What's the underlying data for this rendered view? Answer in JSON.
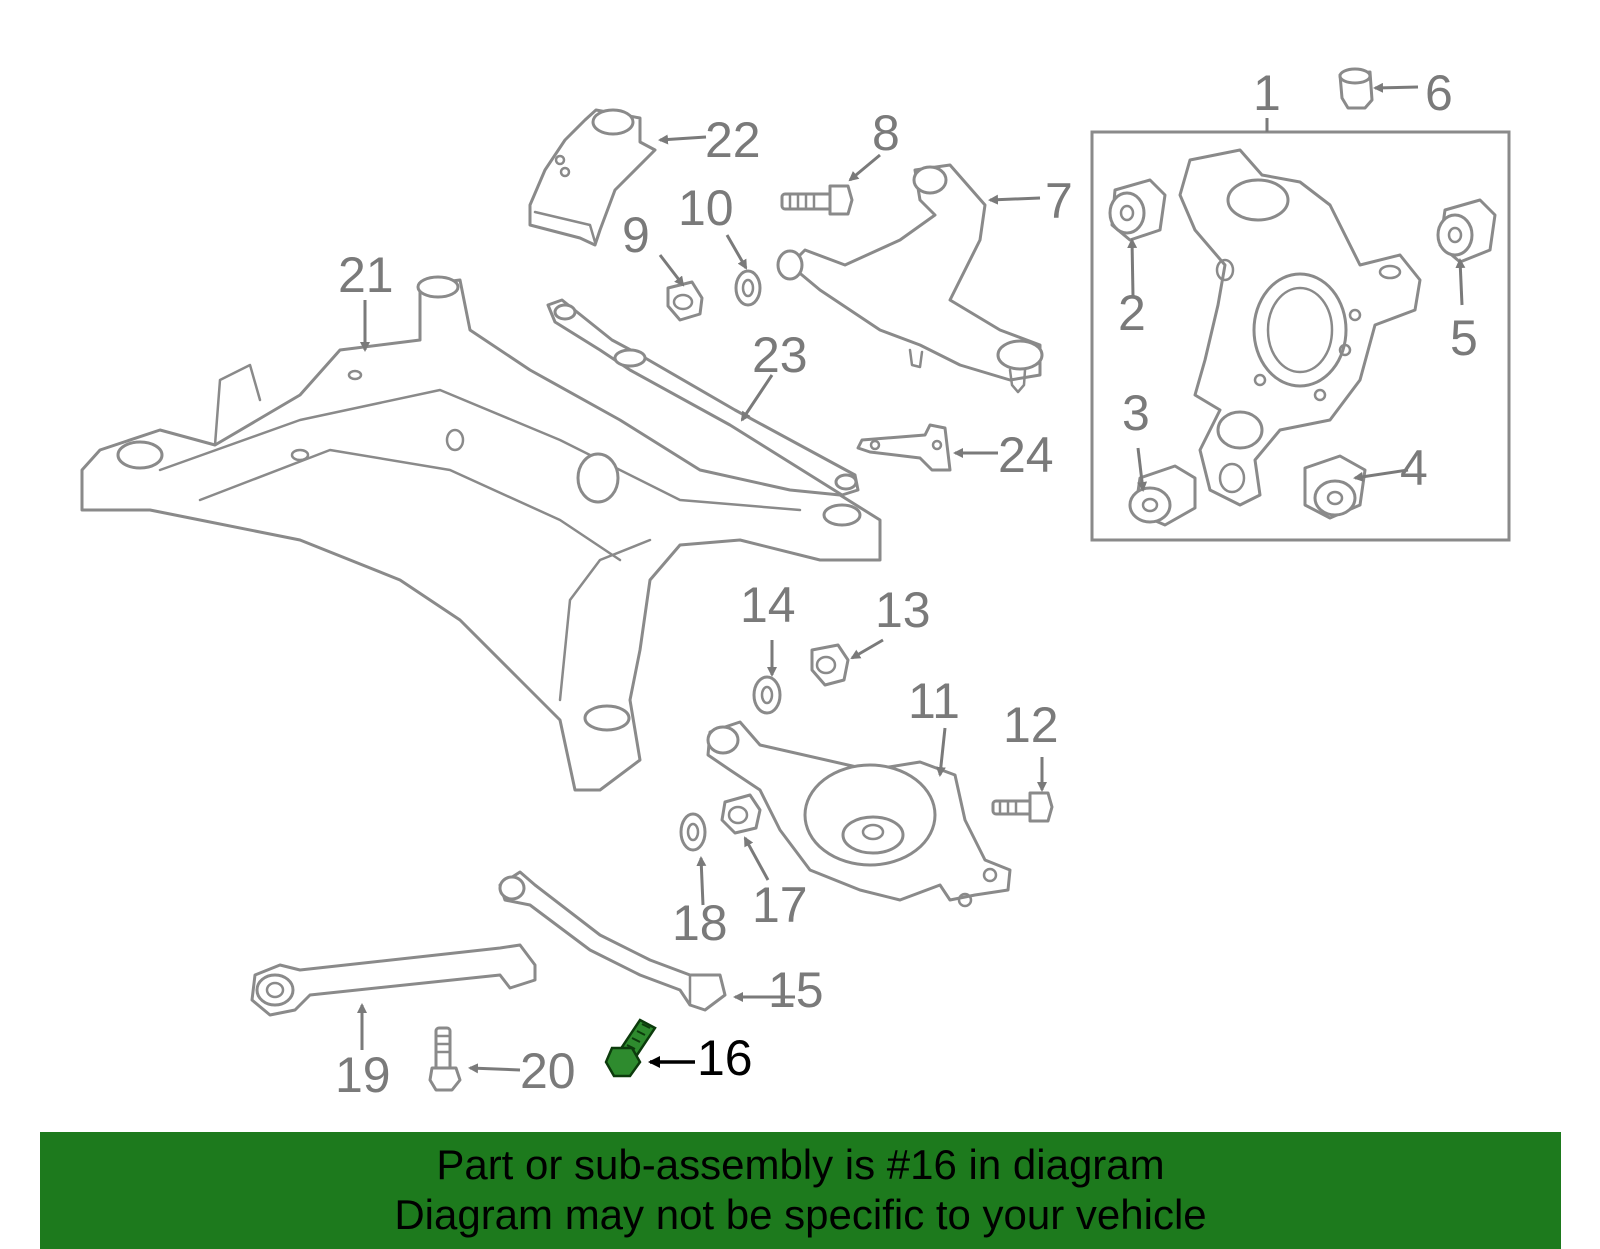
{
  "diagram": {
    "highlighted_part": "16",
    "part_labels": [
      "1",
      "2",
      "3",
      "4",
      "5",
      "6",
      "7",
      "8",
      "9",
      "10",
      "11",
      "12",
      "13",
      "14",
      "15",
      "16",
      "17",
      "18",
      "19",
      "20",
      "21",
      "22",
      "23",
      "24"
    ],
    "colors": {
      "label": "#7a7a7a",
      "highlight_label": "#000000",
      "highlight_part": "#2e8b2e",
      "banner": "#1d7a1d"
    }
  },
  "banner": {
    "line1": "Part or sub-assembly is #16 in diagram",
    "line2": "Diagram may not be specific to your vehicle"
  }
}
